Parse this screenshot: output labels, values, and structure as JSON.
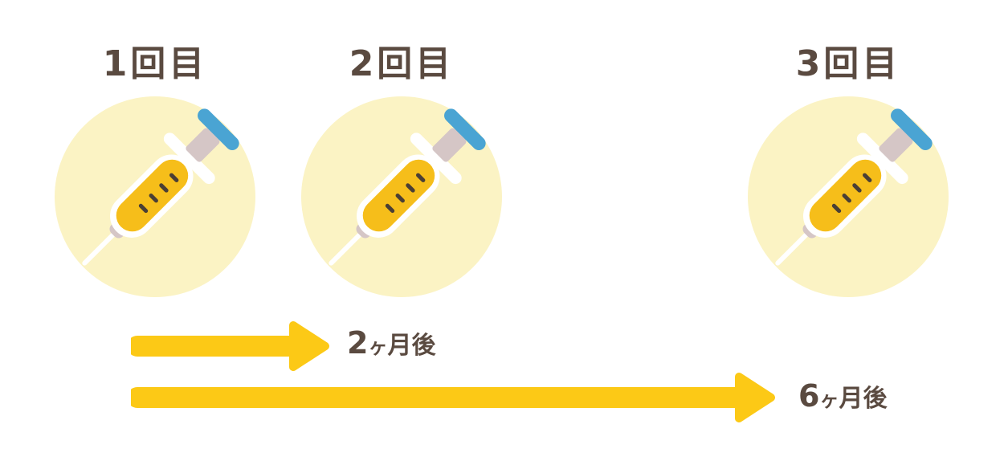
{
  "doses": [
    {
      "label": "1回目"
    },
    {
      "label": "2回目"
    },
    {
      "label": "3回目"
    }
  ],
  "intervals": [
    {
      "number": "2",
      "separator": "ヶ",
      "unit": "月後"
    },
    {
      "number": "6",
      "separator": "ヶ",
      "unit": "月後"
    }
  ],
  "colors": {
    "text": "#5a4a40",
    "circle": "#fbf3c4",
    "arrow": "#fcc916",
    "syringe_fluid": "#f6be1a",
    "syringe_cap": "#4aa4d3",
    "syringe_plunger": "#d5c6c6",
    "syringe_marks": "#4a3f35"
  },
  "icons": [
    "syringe-icon"
  ]
}
